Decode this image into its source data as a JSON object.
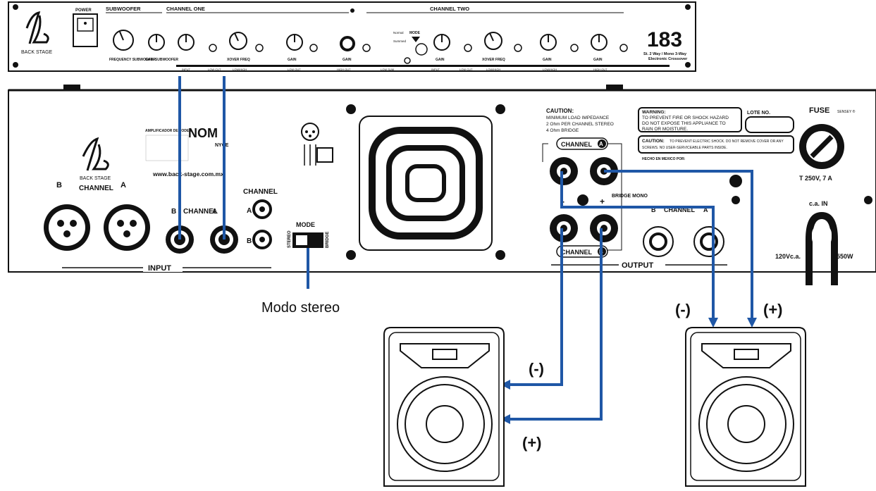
{
  "crossover": {
    "power": "POWER",
    "brand": "BACK STAGE",
    "subwoofer": "SUBWOOFER",
    "channel_one": "CHANNEL ONE",
    "channel_two": "CHANNEL TWO",
    "frequency_label": "FREQUENCY SUBWOOFER",
    "gain_subwoofer": "GAIN SUBWOOFER",
    "gain": "GAIN",
    "xover_freq": "XOVER FREQ",
    "mode": "MODE",
    "normal": "Normal",
    "summed": "Summed",
    "input": "INPUT",
    "low_cut": "LOW CUT",
    "low_high": "LOW/HIGH",
    "low_out": "LOW OUT",
    "high_out": "HIGH OUT",
    "low_sum": "LOW SUM",
    "model_number": "183",
    "model_desc_1": "St. 2 Way / Mono 3-Way",
    "model_desc_2": "Electronic Crossover"
  },
  "amplifier": {
    "brand": "BACK STAGE",
    "spec_text": "AMPLIFICADOR DE PODER",
    "nom": "NOM",
    "nyce": "NYCE",
    "website": "www.back-stage.com.mx",
    "channel": "CHANNEL",
    "input": "INPUT",
    "output": "OUTPUT",
    "mode": "MODE",
    "stereo": "STEREO",
    "bridge": "BRIDGE",
    "bridge_mono": "BRIDGE MONO",
    "caution_title": "CAUTION:",
    "caution_1": "MINIMUM LOAD IMPEDANCE",
    "caution_2": "2 Ohm PER CHANNEL STEREO",
    "caution_3": "4 Ohm BRIDGE",
    "warning_title": "WARNING:",
    "warning_1": "TO PREVENT FIRE OR SHOCK HAZARD",
    "warning_2": "DO NOT EXPOSE THIS APPLIANCE TO",
    "warning_3": "RAIN OR MOISTURE.",
    "caution_box_title": "CAUTION:",
    "caution_box_1": "TO PREVENT ELECTRIC SHOCK. DO NOT REMOVE COVER OR ANY",
    "caution_box_2": "SCREWS. NO USER-SERVICEABLE PARTS INSIDE.",
    "lote": "LOTE NO.",
    "made_in": "HECHO EN MEXICO POR:",
    "fuse": "FUSE",
    "fuse_rating": "T 250V,  7 A",
    "sensey": "SENSEY ®",
    "ca_in": "c.a. IN",
    "power_rating_1": "120Vc.a.",
    "power_rating_2": "550W"
  },
  "labels": {
    "mode_stereo": "Modo stereo",
    "minus": "(-)",
    "plus": "(+)",
    "a": "A",
    "b": "B",
    "sign_minus": "-",
    "sign_plus": "+"
  }
}
